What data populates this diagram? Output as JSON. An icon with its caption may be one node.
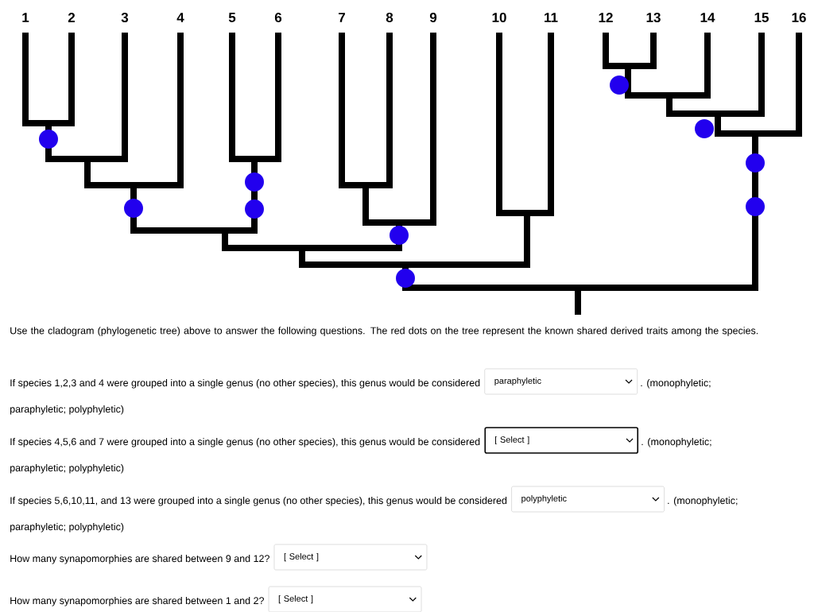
{
  "diagram": {
    "nodes": [
      {
        "text": [
          "paraphyletic"
        ]
      },
      {
        "text": [
          "[ Select ]"
        ]
      },
      {
        "text": [
          "polyphyletic"
        ]
      },
      {
        "text": [
          "[ Select ]"
        ]
      },
      {
        "text": [
          "[ Select ]"
        ]
      }
    ],
    "labels": [
      "1",
      "2",
      "3",
      "4",
      "5",
      "6",
      "7",
      "8",
      "9",
      "10",
      "11",
      "12",
      "13",
      "14",
      "15",
      "16",
      "Use the cladogram (phylogenetic tree) above to answer the following questions. The red dots on the tree represent the known shared derived traits among the species.",
      "If species 1,2,3 and 4 were grouped into a single genus (no other species), this genus would be considered",
      ". (monophyletic;",
      "paraphyletic; polyphyletic)",
      "If species 4,5,6 and 7 were grouped into a single genus (no other species), this genus would be considered",
      ". (monophyletic;",
      "paraphyletic; polyphyletic)",
      "If species 5,6,10,11, and 13 were grouped into a single genus (no other species), this genus would be considered",
      ". (monophyletic;",
      "paraphyletic; polyphyletic)",
      "How many synapomorphies are shared between 9 and 12?",
      "How many synapomorphies are shared between 1 and 2?"
    ]
  }
}
